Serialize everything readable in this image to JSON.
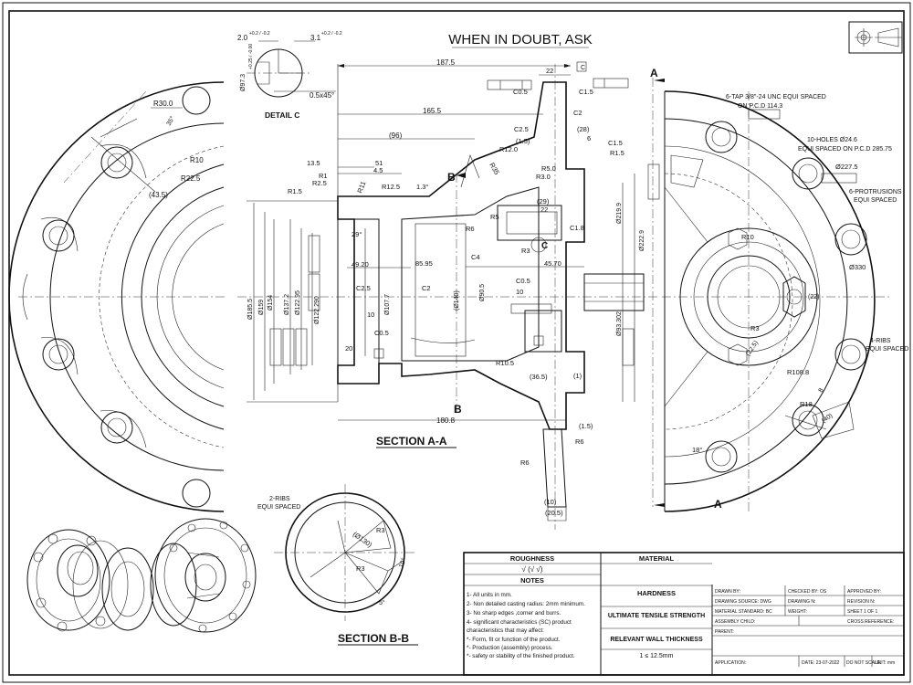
{
  "header": {
    "title": "WHEN IN DOUBT, ASK"
  },
  "detail": {
    "label": "DETAIL C",
    "dim_top_left": "2.0",
    "dim_top_left_tol": "+0.2 / -0.2",
    "dim_top_right": "3.1",
    "dim_top_right_tol": "+0.2 / -0.2",
    "dim_dia": "Ø97.3",
    "dim_dia_tol": "+0.25 / -0.00",
    "chamfer": "0.5x45°"
  },
  "sections": {
    "aa_title": "SECTION A-A",
    "bb_title": "SECTION B-B",
    "marker_a": "A",
    "marker_b": "B",
    "marker_c": "C"
  },
  "left_view": {
    "r30": "R30.0",
    "r10": "R10",
    "r225": "R22.5",
    "d435": "(43.5)",
    "d35": "35°"
  },
  "section_aa": {
    "d1875": "187.5",
    "d1655": "165.5",
    "d96": "(96)",
    "d135": "13.5",
    "d51": "51",
    "d45": "4.5",
    "r1": "R1",
    "r25": "R2.5",
    "r15": "R1.5",
    "r11": "R11",
    "r125": "R12.5",
    "a13": "1.3°",
    "d22": "22",
    "c05": "C0.5",
    "c15": "C1.5",
    "c2": "C2",
    "c25": "C2.5",
    "d28": "(28)",
    "d6": "6",
    "d15": "(1.5)",
    "r120": "R12.0",
    "r50": "R5.0",
    "r30": "R3.0",
    "d29": "(29)",
    "d22b": "22",
    "c18": "C1.8",
    "r5": "R5",
    "r6": "R6",
    "r3c": "R3",
    "d4570": "45.70",
    "c4": "C4",
    "d10": "10",
    "c05b": "C0.5",
    "d20": "20",
    "d4920": "49.20",
    "d8595": "85.95",
    "c25b": "C2.5",
    "c2b": "C2",
    "dia1855": "Ø185.5",
    "dia159": "Ø159",
    "dia154": "Ø154",
    "dia1372": "Ø137.2",
    "dia12295": "Ø122.95",
    "dia122290": "Ø122.290",
    "dia1077": "Ø107.7",
    "dia140": "(Ø140)",
    "dia905": "Ø90.5",
    "dia93302": "Ø93.302",
    "dia2199": "Ø219.9",
    "dia2229": "Ø222.9",
    "r105": "R10.5",
    "d365": "(36.5)",
    "d1": "(1)",
    "d1808": "180.8",
    "d15b": "(1.5)",
    "r6b": "R6",
    "r6c": "R6",
    "d10b": "(10)",
    "d205": "(20.5)",
    "d29deg": "29°",
    "r35": "R35"
  },
  "right_view": {
    "tap_note": "6-TAP 3/8\"-24 UNC EQUI SPACED",
    "tap_pcd": "ON P.C.D 114.3",
    "holes_note": "10-HOLES Ø24.6",
    "holes_pcd": "EQUI SPACED ON P.C.D 285.75",
    "dia2275": "Ø227.5",
    "protrusions": "6-PROTRUSIONS",
    "protrusions_b": "EQUI SPACED",
    "dia330": "Ø330",
    "r10": "R10",
    "d22": "(22)",
    "ribs_note": "4-RIBS",
    "ribs_note_b": "EQUI SPACED",
    "r3": "R3",
    "d225": "(22.5)",
    "r1088": "R108.8",
    "r18": "R18",
    "d8": "8",
    "d40": "(40)",
    "d18": "18°"
  },
  "section_bb": {
    "ribs_note": "2-RIBS",
    "ribs_note_b": "EQUI SPACED",
    "r3a": "R3",
    "r3b": "R3",
    "d130": "(Ø130)",
    "d5": "5°",
    "d10": "10°"
  },
  "title_block": {
    "roughness": "ROUGHNESS",
    "material": "MATERIAL",
    "notes": "NOTES",
    "hardness": "HARDNESS",
    "uts": "ULTIMATE TENSILE STRENGTH",
    "rwt": "RELEVANT WALL THICKNESS",
    "rwt_value": "1 ≤ 12.5mm",
    "notes_list": [
      "1- All units in mm.",
      "2- Non detailed casting radius: 2mm minimum.",
      "3- No sharp edges ,corner and burrs.",
      "4- significant characteristics (SC) product",
      "characteristics that may affect:",
      "*- Form, fit or function of the product.",
      "*- Production (assembly) process.",
      "*- safety or stability of the finished product."
    ],
    "cells": {
      "drawn_by": "DRAWN BY:",
      "checked_by": "CHECKED BY: OS",
      "approved_by": "APPROVED BY:",
      "drawing_source": "DRAWING SOURCE: DWG",
      "drawing_no": "DRAWING N:",
      "revision": "REVISION N:",
      "material_std": "MATERIAL STANDARD: BC",
      "weight": "WEIGHT:",
      "sheet": "SHEET 1 OF 1",
      "assembly": "ASSEMBLY CHILD:",
      "cross_ref": "CROSS REFERENCE:",
      "parent": "PARENT:",
      "application": "APPLICATION:",
      "date": "DATE: 23-07-2022",
      "do_not_scale": "DO NOT SCALE",
      "unit": "UNIT: mm"
    }
  }
}
